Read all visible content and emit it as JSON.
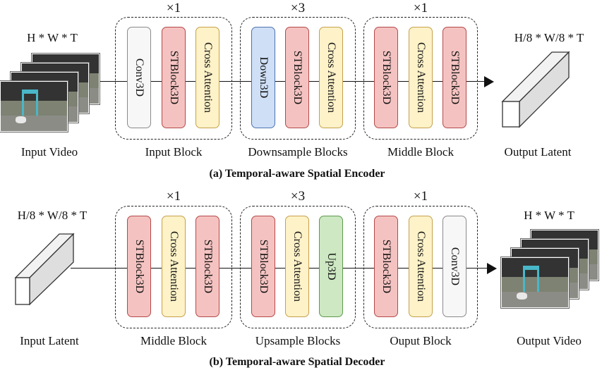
{
  "encoder": {
    "input_dims": "H * W * T",
    "input_name": "Input Video",
    "output_dims": "H/8 * W/8 * T",
    "output_name": "Output Latent",
    "caption": "(a) Temporal-aware Spatial Encoder",
    "groups": [
      {
        "multiplier": "×1",
        "label": "Input Block",
        "blocks": [
          {
            "text": "Conv3D",
            "color": "#f7f7f7"
          },
          {
            "text": "STBlock3D",
            "color": "#f4c3c1"
          },
          {
            "text": "Cross Attention",
            "color": "#fdf2c8"
          }
        ]
      },
      {
        "multiplier": "×3",
        "label": "Downsample Blocks",
        "blocks": [
          {
            "text": "Down3D",
            "color": "#cfdff6"
          },
          {
            "text": "STBlock3D",
            "color": "#f4c3c1"
          },
          {
            "text": "Cross Attention",
            "color": "#fdf2c8"
          }
        ]
      },
      {
        "multiplier": "×1",
        "label": "Middle Block",
        "blocks": [
          {
            "text": "STBlock3D",
            "color": "#f4c3c1"
          },
          {
            "text": "Cross Attention",
            "color": "#fdf2c8"
          },
          {
            "text": "STBlock3D",
            "color": "#f4c3c1"
          }
        ]
      }
    ]
  },
  "decoder": {
    "input_dims": "H/8 * W/8 * T",
    "input_name": "Input Latent",
    "output_dims": "H * W * T",
    "output_name": "Output Video",
    "caption": "(b) Temporal-aware Spatial Decoder",
    "groups": [
      {
        "multiplier": "×1",
        "label": "Middle Block",
        "blocks": [
          {
            "text": "STBlock3D",
            "color": "#f4c3c1"
          },
          {
            "text": "Cross Attention",
            "color": "#fdf2c8"
          },
          {
            "text": "STBlock3D",
            "color": "#f4c3c1"
          }
        ]
      },
      {
        "multiplier": "×3",
        "label": "Upsample Blocks",
        "blocks": [
          {
            "text": "STBlock3D",
            "color": "#f4c3c1"
          },
          {
            "text": "Cross Attention",
            "color": "#fdf2c8"
          },
          {
            "text": "Up3D",
            "color": "#cde8c2"
          }
        ]
      },
      {
        "multiplier": "×1",
        "label": "Ouput Block",
        "blocks": [
          {
            "text": "STBlock3D",
            "color": "#f4c3c1"
          },
          {
            "text": "Cross Attention",
            "color": "#fdf2c8"
          },
          {
            "text": "Conv3D",
            "color": "#f7f7f7"
          }
        ]
      }
    ]
  }
}
